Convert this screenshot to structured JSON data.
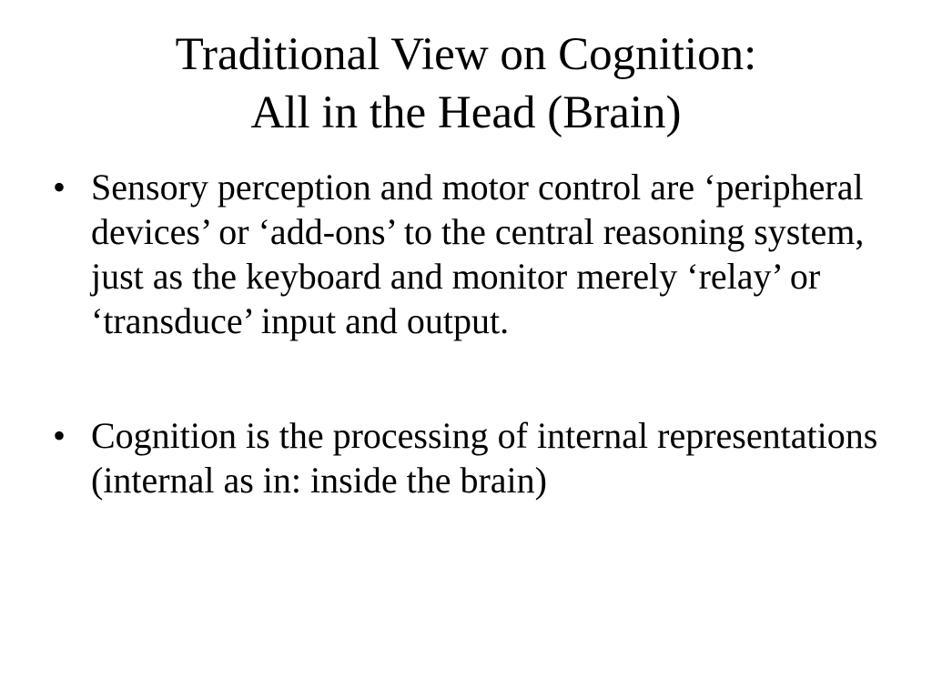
{
  "slide": {
    "title_line_1": "Traditional View on Cognition:",
    "title_line_2": "All in the Head (Brain)",
    "bullet_symbol": "•",
    "bullets": [
      "Sensory perception and motor control are ‘peripheral devices’ or ‘add-ons’ to the central reasoning system, just as the keyboard and monitor merely ‘relay’ or ‘transduce’ input and output.",
      "Cognition is the processing of internal representations (internal as in: inside the brain)"
    ]
  }
}
